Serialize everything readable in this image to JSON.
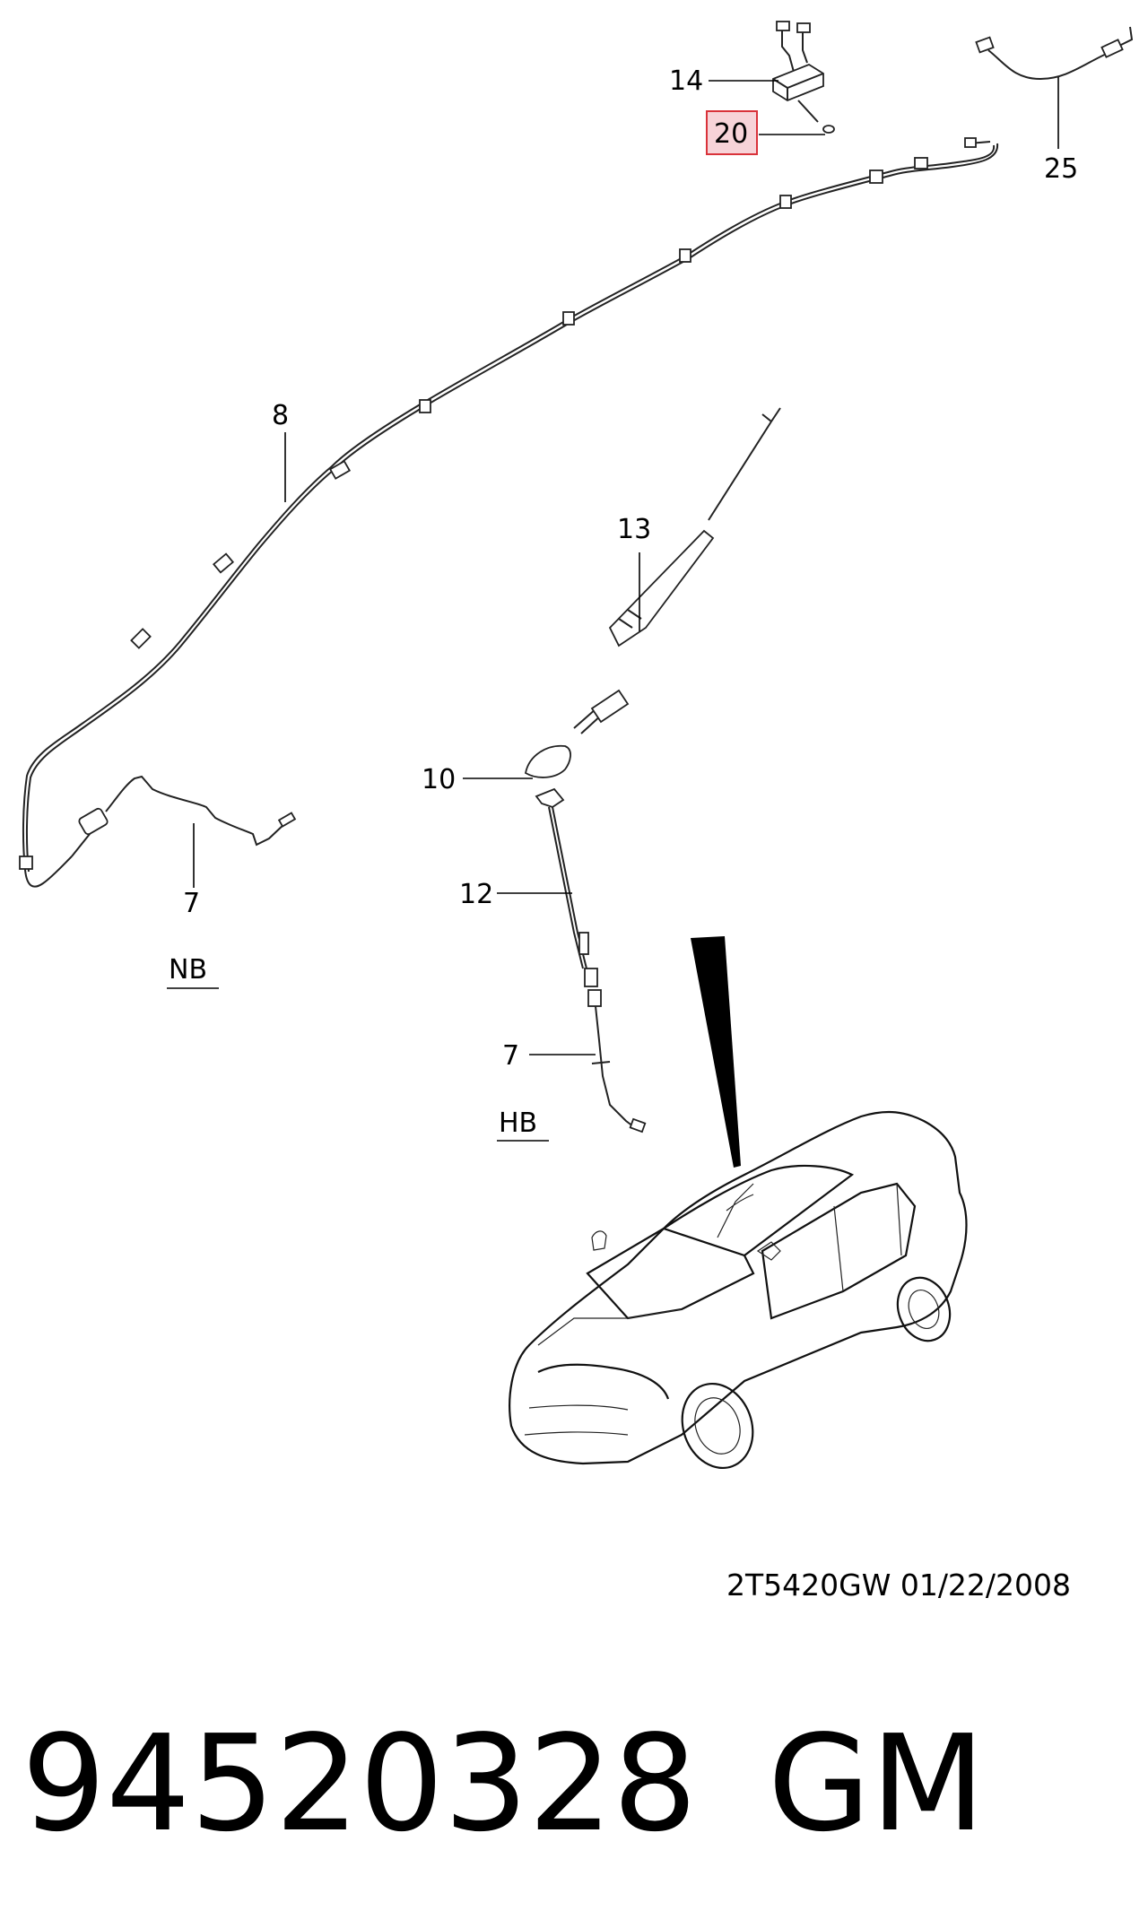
{
  "callouts": {
    "c14": "14",
    "c20": "20",
    "c25": "25",
    "c8": "8",
    "c13": "13",
    "c10": "10",
    "c12": "12",
    "c7_nb": "7",
    "c7_hb": "7"
  },
  "variants": {
    "nb": "NB",
    "hb": "HB"
  },
  "drawing_code": "2T5420GW 01/22/2008",
  "part_number": "94520328",
  "brand": "GM",
  "colors": {
    "highlight_fill": "#f7d3d8",
    "highlight_border": "#d9323a"
  }
}
